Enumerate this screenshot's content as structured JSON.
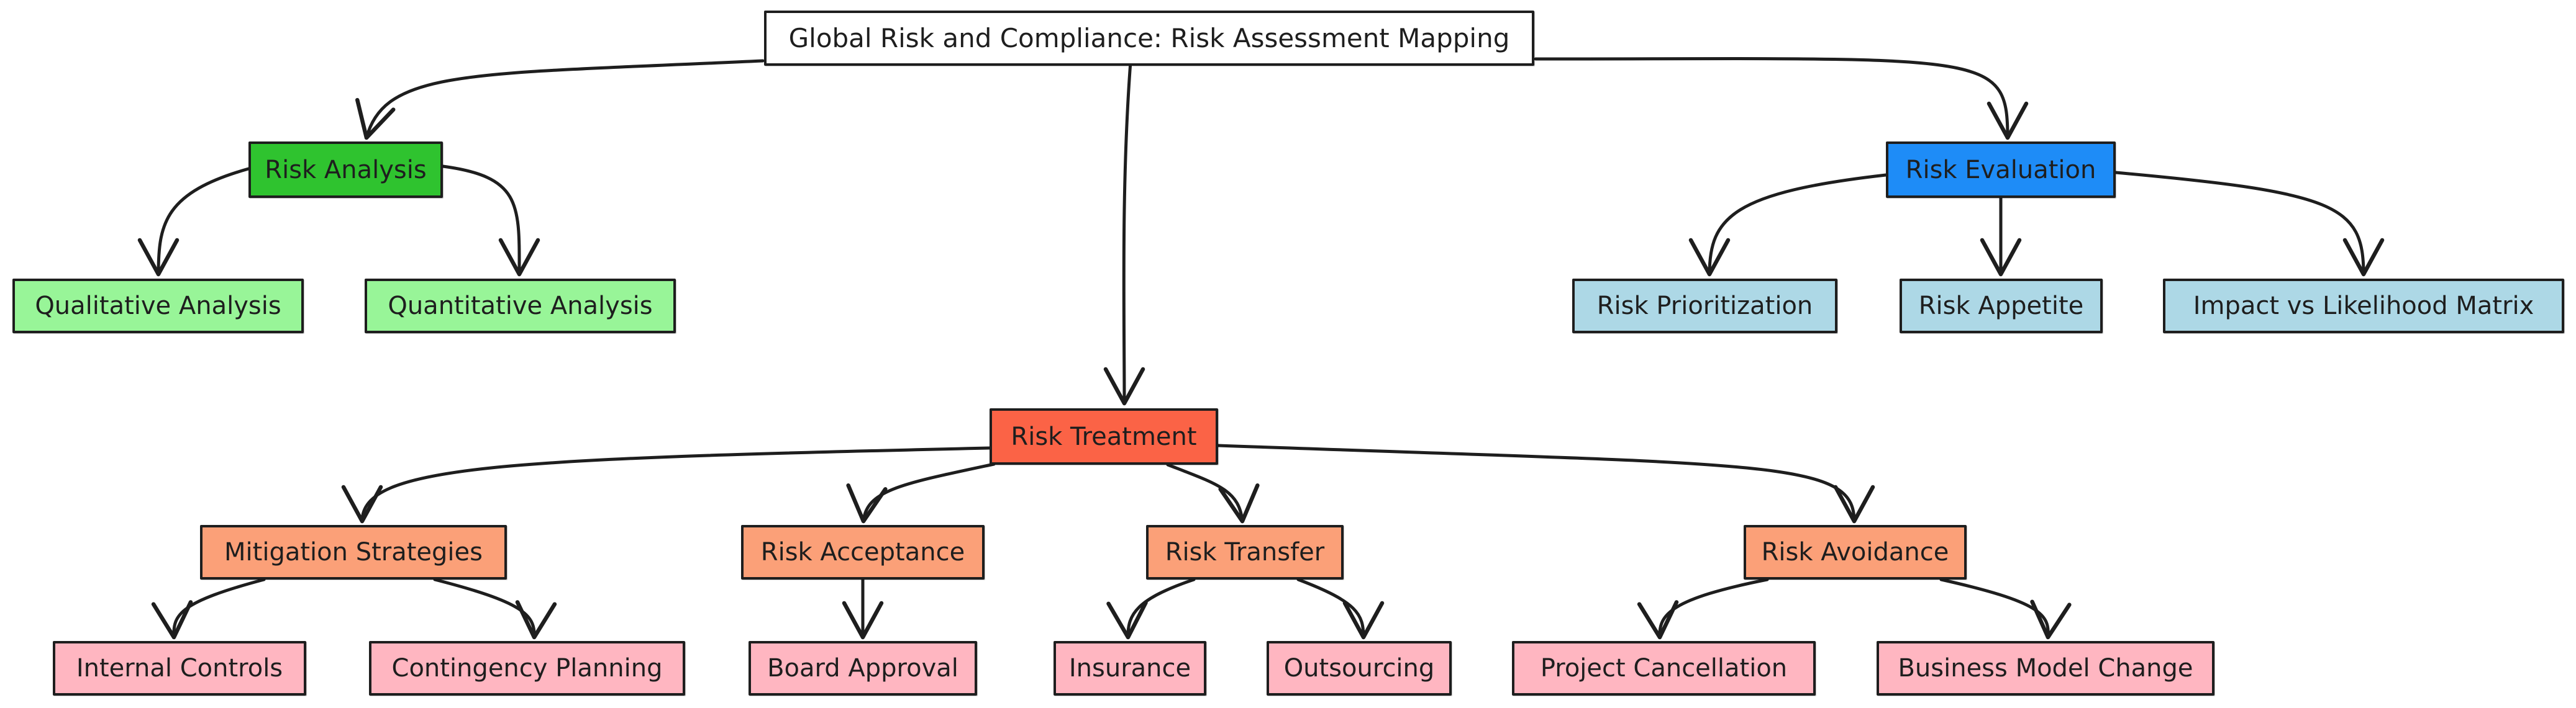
{
  "diagram": {
    "title": "Global Risk and Compliance: Risk Assessment Mapping",
    "nodes": {
      "risk_analysis": "Risk Analysis",
      "qualitative_analysis": "Qualitative Analysis",
      "quantitative_analysis": "Quantitative Analysis",
      "risk_evaluation": "Risk Evaluation",
      "risk_prioritization": "Risk Prioritization",
      "risk_appetite": "Risk Appetite",
      "impact_matrix": "Impact vs Likelihood Matrix",
      "risk_treatment": "Risk Treatment",
      "mitigation_strategies": "Mitigation Strategies",
      "risk_acceptance": "Risk Acceptance",
      "risk_transfer": "Risk Transfer",
      "risk_avoidance": "Risk Avoidance",
      "internal_controls": "Internal Controls",
      "contingency_planning": "Contingency Planning",
      "board_approval": "Board Approval",
      "insurance": "Insurance",
      "outsourcing": "Outsourcing",
      "project_cancellation": "Project Cancellation",
      "business_model_change": "Business Model Change"
    },
    "edges": [
      [
        "title",
        "risk_analysis"
      ],
      [
        "title",
        "risk_treatment"
      ],
      [
        "title",
        "risk_evaluation"
      ],
      [
        "risk_analysis",
        "qualitative_analysis"
      ],
      [
        "risk_analysis",
        "quantitative_analysis"
      ],
      [
        "risk_evaluation",
        "risk_prioritization"
      ],
      [
        "risk_evaluation",
        "risk_appetite"
      ],
      [
        "risk_evaluation",
        "impact_matrix"
      ],
      [
        "risk_treatment",
        "mitigation_strategies"
      ],
      [
        "risk_treatment",
        "risk_acceptance"
      ],
      [
        "risk_treatment",
        "risk_transfer"
      ],
      [
        "risk_treatment",
        "risk_avoidance"
      ],
      [
        "mitigation_strategies",
        "internal_controls"
      ],
      [
        "mitigation_strategies",
        "contingency_planning"
      ],
      [
        "risk_acceptance",
        "board_approval"
      ],
      [
        "risk_transfer",
        "insurance"
      ],
      [
        "risk_transfer",
        "outsourcing"
      ],
      [
        "risk_avoidance",
        "project_cancellation"
      ],
      [
        "risk_avoidance",
        "business_model_change"
      ]
    ],
    "colors": {
      "stroke": "#1e1e1e",
      "title_fill": "#ffffff",
      "analysis_fill": "#2fc32f",
      "analysis_child_fill": "#98f598",
      "evaluation_fill": "#1e8cf7",
      "evaluation_child_fill": "#add8e6",
      "treatment_fill": "#fb6346",
      "treatment_child_fill": "#fba078",
      "leaf_fill": "#ffb6c1"
    }
  }
}
